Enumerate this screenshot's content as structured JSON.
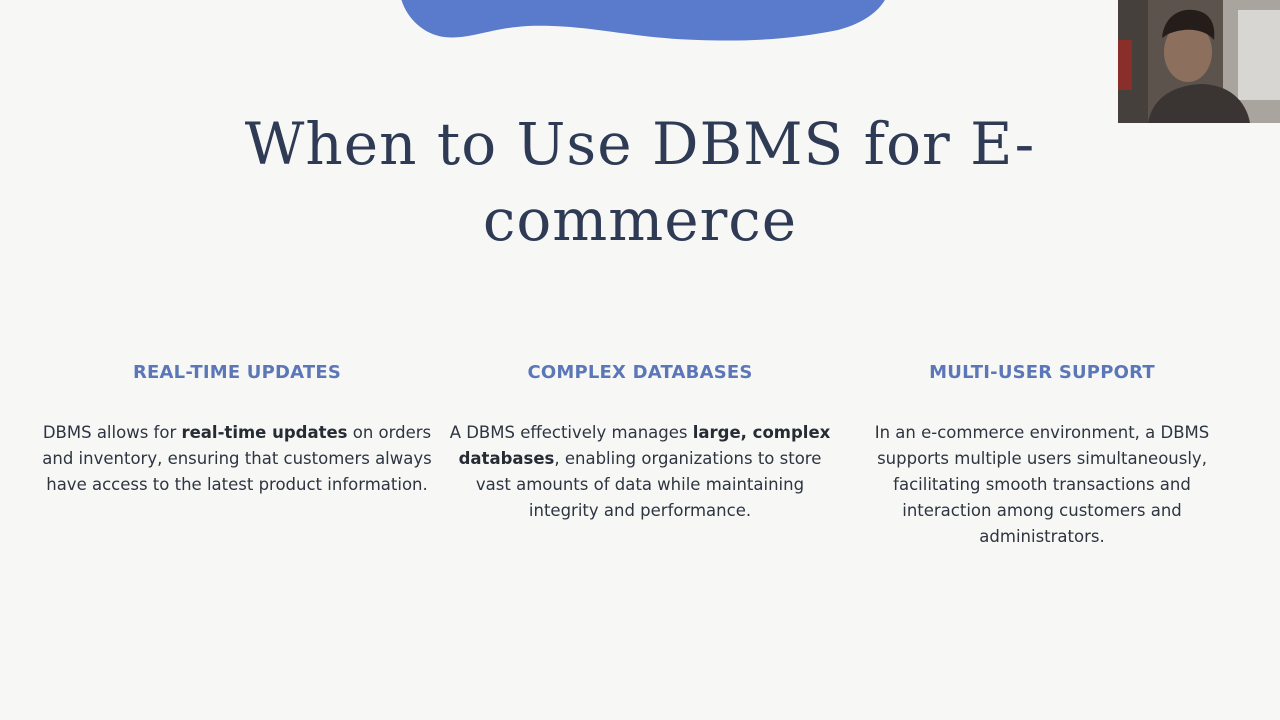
{
  "slide": {
    "title": "When to Use DBMS for E-commerce",
    "accent_color": "#5b77b8",
    "decor_color": "#5a7acb"
  },
  "columns": [
    {
      "heading": "REAL-TIME UPDATES",
      "text_before": "DBMS allows for ",
      "text_bold": "real-time updates",
      "text_after": " on orders and inventory, ensuring that customers always have access to the latest product information."
    },
    {
      "heading": "COMPLEX DATABASES",
      "text_before": "A DBMS effectively manages ",
      "text_bold": "large, complex databases",
      "text_after": ", enabling organizations to store vast amounts of data while maintaining integrity and performance."
    },
    {
      "heading": "MULTI-USER SUPPORT",
      "text_before": "In an e-commerce environment, a DBMS supports multiple users simultaneously, facilitating smooth transactions and interaction among customers and administrators.",
      "text_bold": "",
      "text_after": ""
    }
  ],
  "webcam": {
    "icon": "person-video-feed"
  }
}
